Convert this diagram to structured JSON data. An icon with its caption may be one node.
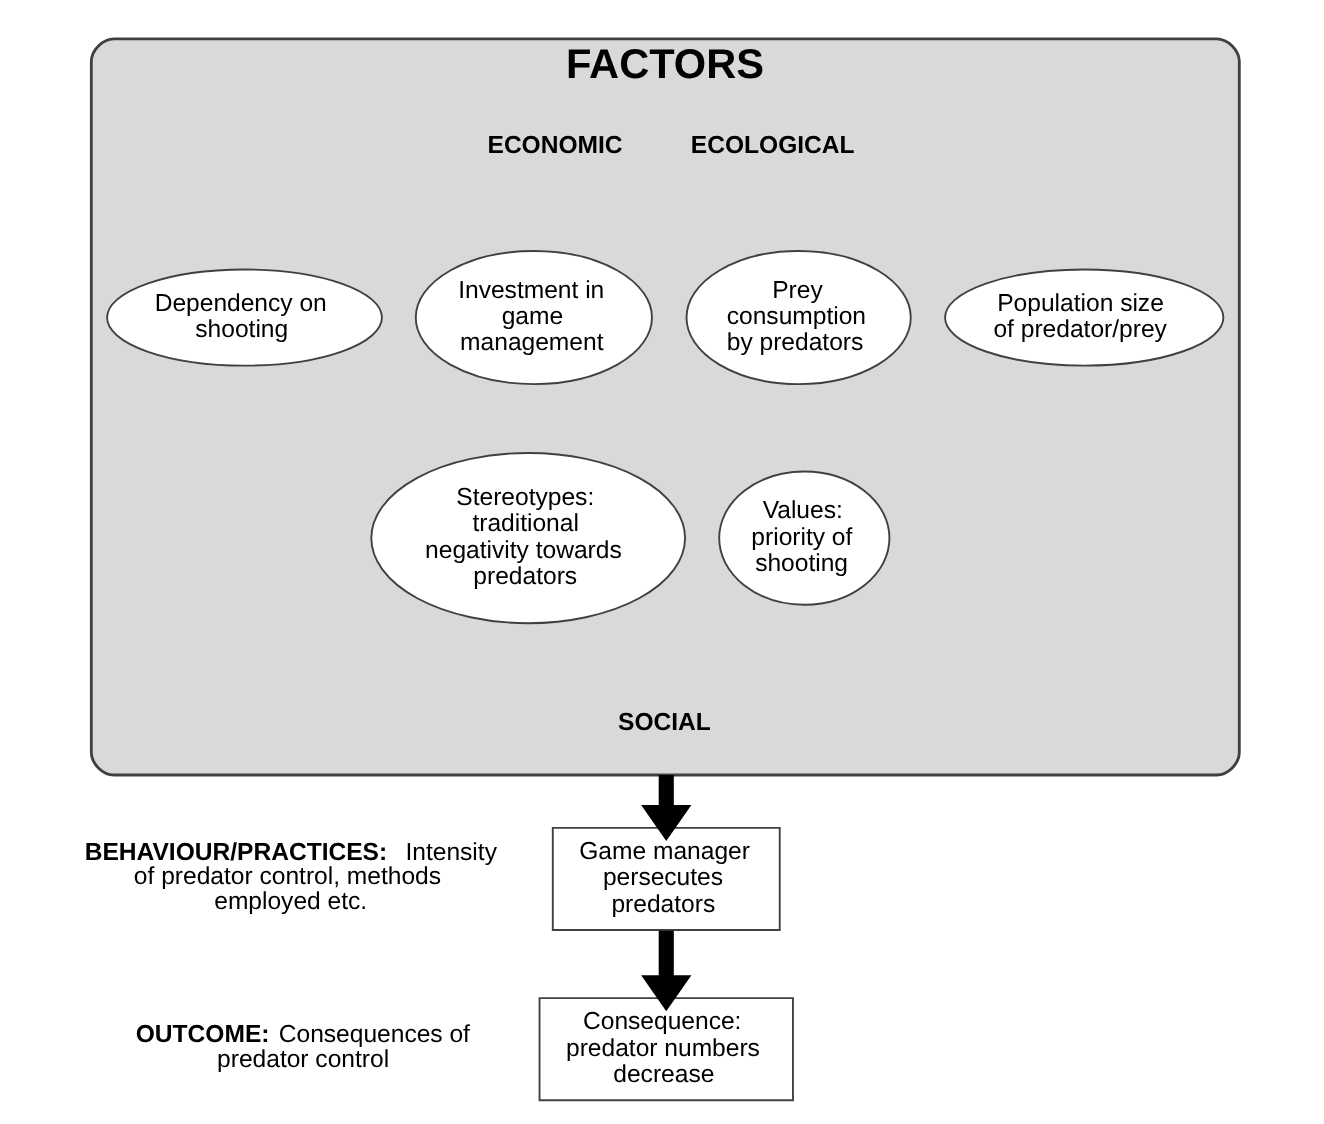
{
  "diagram": {
    "nodes": [
      {
        "text": [
          "FACTORS"
        ]
      },
      {
        "text": [
          "Investment in game management"
        ],
        "in": 0
      },
      {
        "text": [
          "Dependency on shooting"
        ],
        "in": 0
      },
      {
        "text": [
          "Prey consumption by predators"
        ],
        "in": 0
      },
      {
        "text": [
          "Population size of predator/prey"
        ],
        "in": 0
      },
      {
        "text": [
          "Stereotypes: traditional negativity towards predators"
        ],
        "in": 0
      },
      {
        "text": [
          "Values: priority of shooting"
        ],
        "in": 0
      },
      {
        "text": [
          "Game manager persecutes predators"
        ]
      },
      {
        "text": [
          "Consequence: predator numbers decrease"
        ]
      }
    ],
    "edges": [
      {
        "from": 0,
        "to": 7,
        "arrow": "to"
      },
      {
        "from": 7,
        "to": 8,
        "arrow": "to"
      }
    ],
    "labels": [
      "ECONOMIC",
      "ECOLOGICAL",
      "SOCIAL",
      "**BEHAVIOUR/PRACTICES:** Intensity of predator control, methods employed etc.",
      "**OUTCOME:** Consequences of predator control"
    ]
  }
}
